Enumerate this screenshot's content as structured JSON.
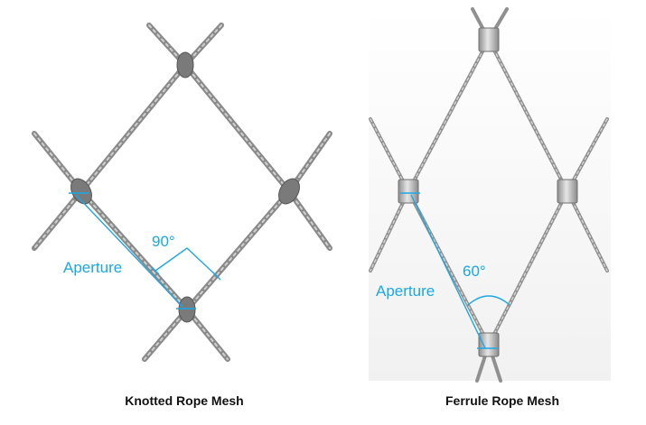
{
  "panels": [
    {
      "caption": "Knotted Rope Mesh",
      "angle_label": "90°",
      "aperture_label": "Aperture"
    },
    {
      "caption": "Ferrule Rope Mesh",
      "angle_label": "60°",
      "aperture_label": "Aperture"
    }
  ],
  "colors": {
    "annotation": "#1aa7e6",
    "rope": "#8a8a8a",
    "ferrule": "#b9b9b9"
  }
}
